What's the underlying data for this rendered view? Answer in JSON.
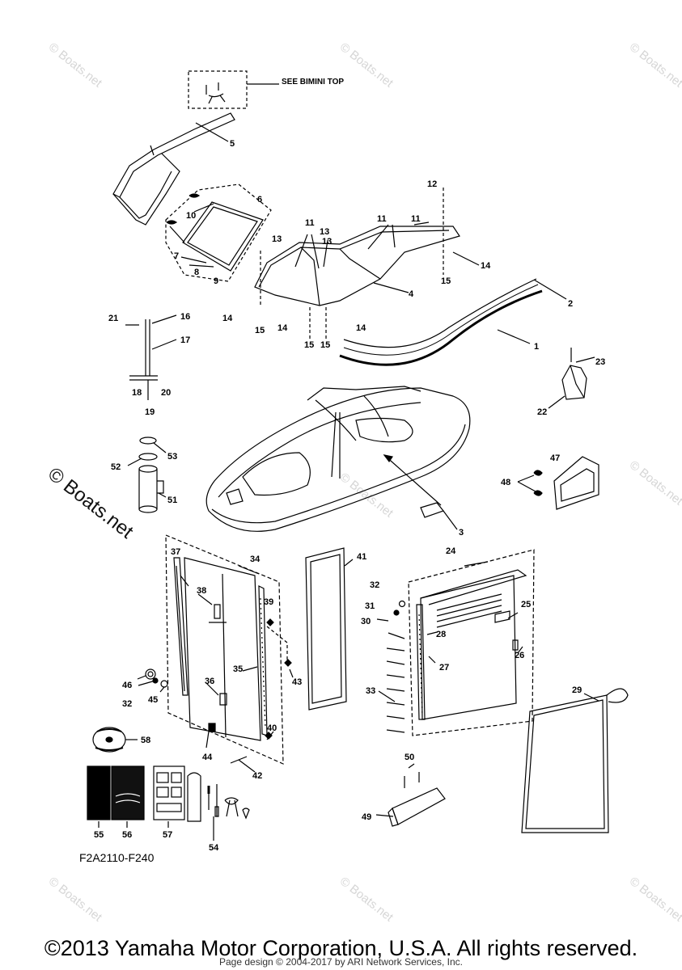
{
  "note": "SEE BIMINI TOP",
  "part_code": "F2A2110-F240",
  "copyright": "©2013 Yamaha Motor Corporation, U.S.A. All rights reserved.",
  "page_design": "Page design © 2004-2017 by ARI Network Services, Inc.",
  "watermark": "© Boats.net",
  "callouts": [
    "1",
    "2",
    "3",
    "4",
    "5",
    "6",
    "7",
    "8",
    "9",
    "10",
    "11",
    "11",
    "11",
    "11",
    "12",
    "13",
    "13",
    "13",
    "14",
    "14",
    "14",
    "14",
    "15",
    "15",
    "15",
    "15",
    "15",
    "16",
    "17",
    "18",
    "19",
    "20",
    "21",
    "22",
    "23",
    "24",
    "25",
    "26",
    "27",
    "28",
    "29",
    "30",
    "31",
    "32",
    "32",
    "33",
    "34",
    "35",
    "36",
    "37",
    "38",
    "39",
    "40",
    "41",
    "42",
    "43",
    "44",
    "45",
    "46",
    "47",
    "48",
    "49",
    "50",
    "51",
    "52",
    "53",
    "54",
    "55",
    "56",
    "57",
    "58"
  ],
  "colors": {
    "line": "#000000",
    "watermark": "#d6d6d6"
  }
}
